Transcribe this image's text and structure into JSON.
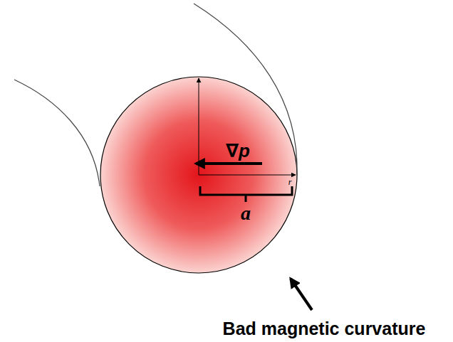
{
  "diagram": {
    "labels": [
      "∇p",
      "r",
      "a",
      "Bad magnetic curvature"
    ]
  }
}
